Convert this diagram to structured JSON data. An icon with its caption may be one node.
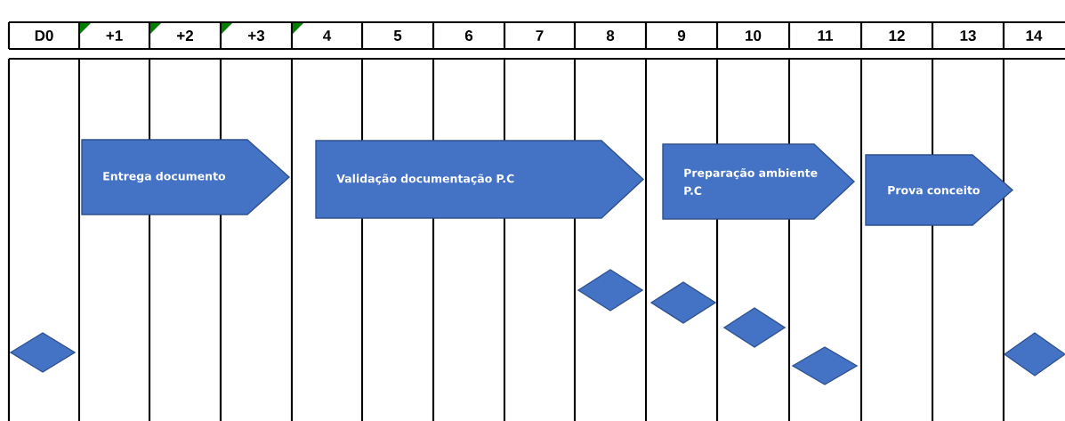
{
  "diagram": {
    "nodes": [
      {
        "text": [
          "Entrega documento"
        ]
      },
      {
        "text": [
          "Validação documentação P.C"
        ]
      },
      {
        "text": [
          "Preparação ambiente P.C"
        ]
      },
      {
        "text": [
          "Prova conceito"
        ]
      },
      {
        "text": [],
        "shape": "diamond"
      },
      {
        "text": [],
        "shape": "diamond"
      },
      {
        "text": [],
        "shape": "diamond"
      },
      {
        "text": [],
        "shape": "diamond"
      },
      {
        "text": [],
        "shape": "diamond"
      },
      {
        "text": [],
        "shape": "diamond"
      }
    ],
    "labels": [
      "D0",
      "+1",
      "+2",
      "+3",
      "4",
      "5",
      "6",
      "7",
      "8",
      "9",
      "10",
      "11",
      "12",
      "13",
      "14"
    ]
  }
}
